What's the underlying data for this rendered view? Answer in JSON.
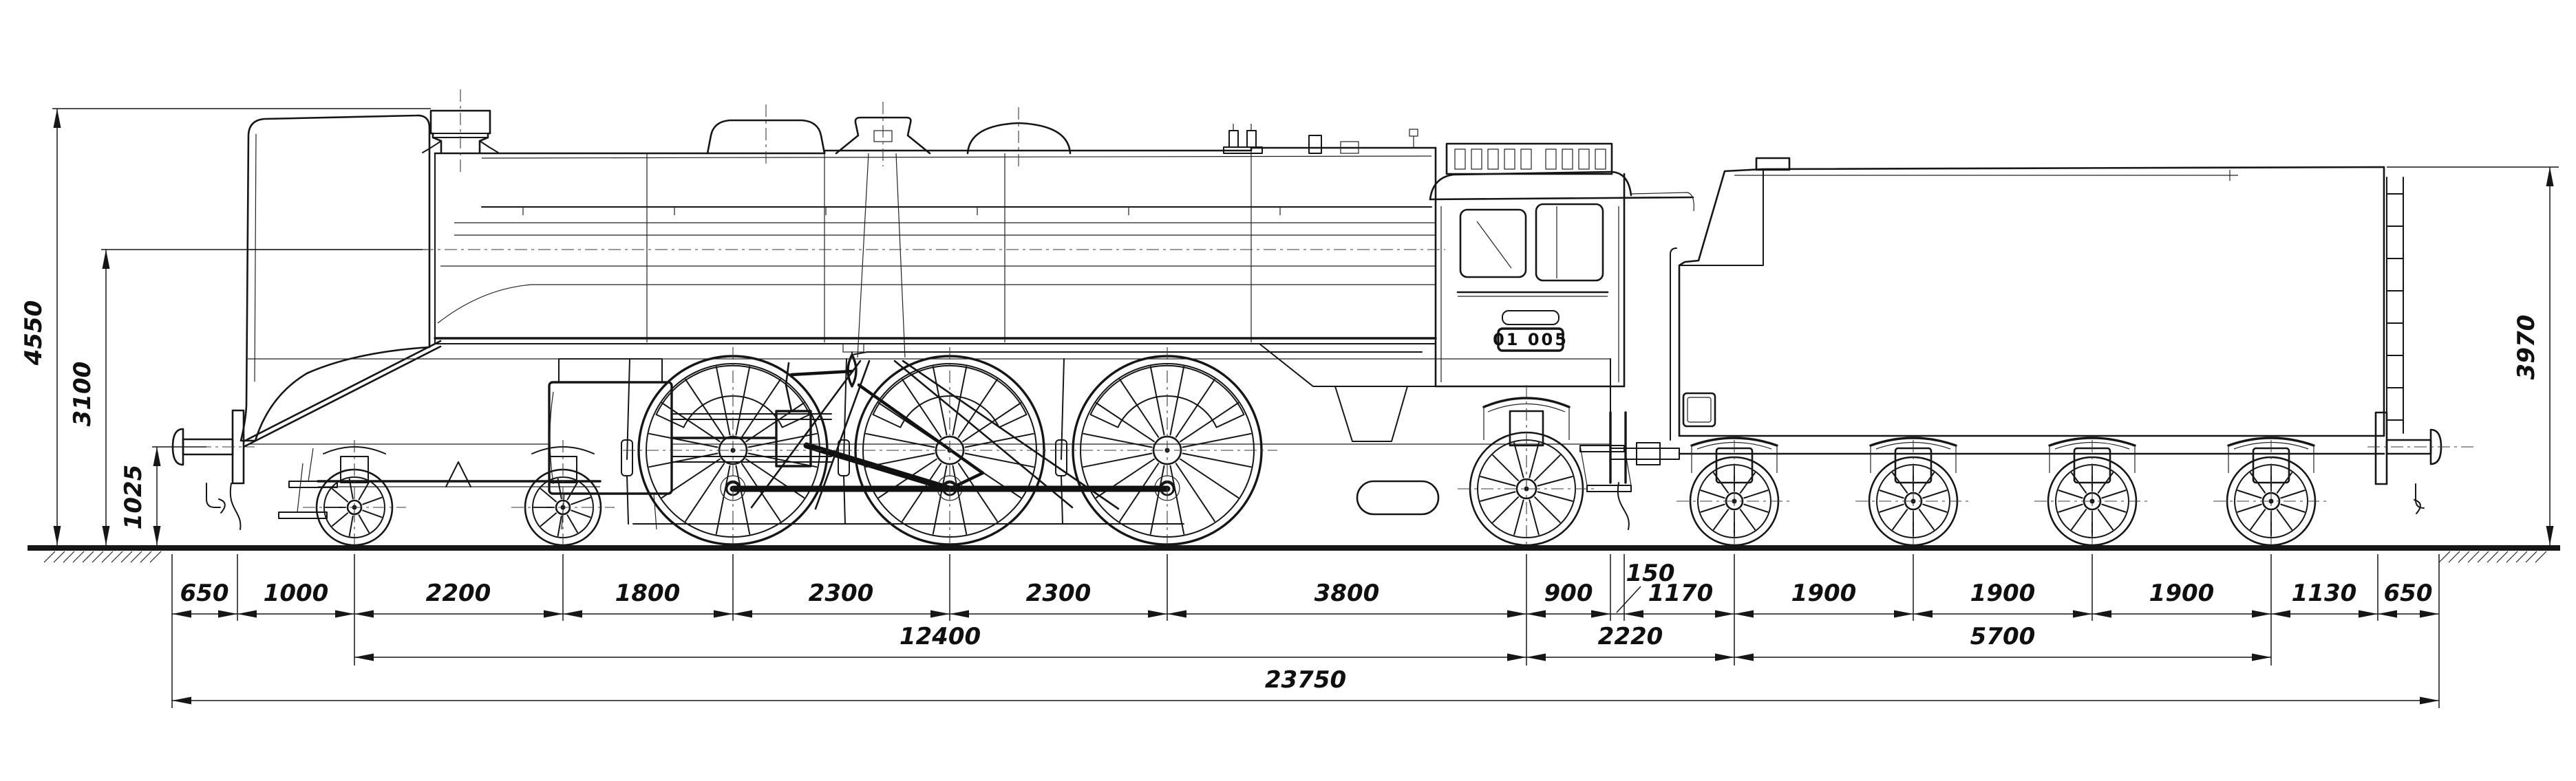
{
  "drawing": {
    "number_plate": "01 005"
  },
  "dimensions": {
    "vertical_left": [
      "4550",
      "3100",
      "1025"
    ],
    "vertical_right": [
      "3970"
    ],
    "axle_row": [
      "650",
      "1000",
      "2200",
      "1800",
      "2300",
      "2300",
      "3800",
      "900",
      "150",
      "1170",
      "1900",
      "1900",
      "1900",
      "1130",
      "650"
    ],
    "group_row": [
      "12400",
      "2220",
      "5700"
    ],
    "total_row": [
      "23750"
    ]
  },
  "colors": {
    "ink": "#161616",
    "paper": "#ffffff"
  }
}
